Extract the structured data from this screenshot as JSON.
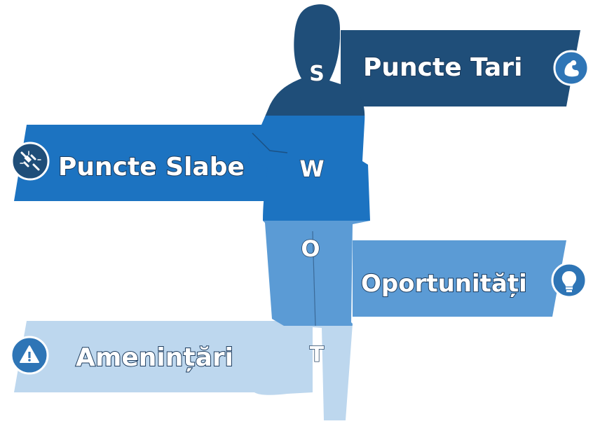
{
  "diagram": {
    "items": [
      {
        "key": "strengths",
        "letter": "S",
        "label": "Puncte Tari",
        "color": "#1f4e79",
        "icon": "strong-arm-icon"
      },
      {
        "key": "weaknesses",
        "letter": "W",
        "label": "Puncte Slabe",
        "color": "#1c73c1",
        "icon": "broken-plug-icon"
      },
      {
        "key": "opportunities",
        "letter": "O",
        "label": "Oportunități",
        "color": "#5b9bd5",
        "icon": "lightbulb-icon"
      },
      {
        "key": "threats",
        "letter": "T",
        "label": "Amenințări",
        "color": "#bdd7ee",
        "icon": "warning-icon"
      }
    ],
    "colors": {
      "outline": "#1b3a5c",
      "badge_dark": "#1f4e79",
      "badge_medium": "#1c73c1",
      "badge_light": "#2e75b6"
    }
  }
}
